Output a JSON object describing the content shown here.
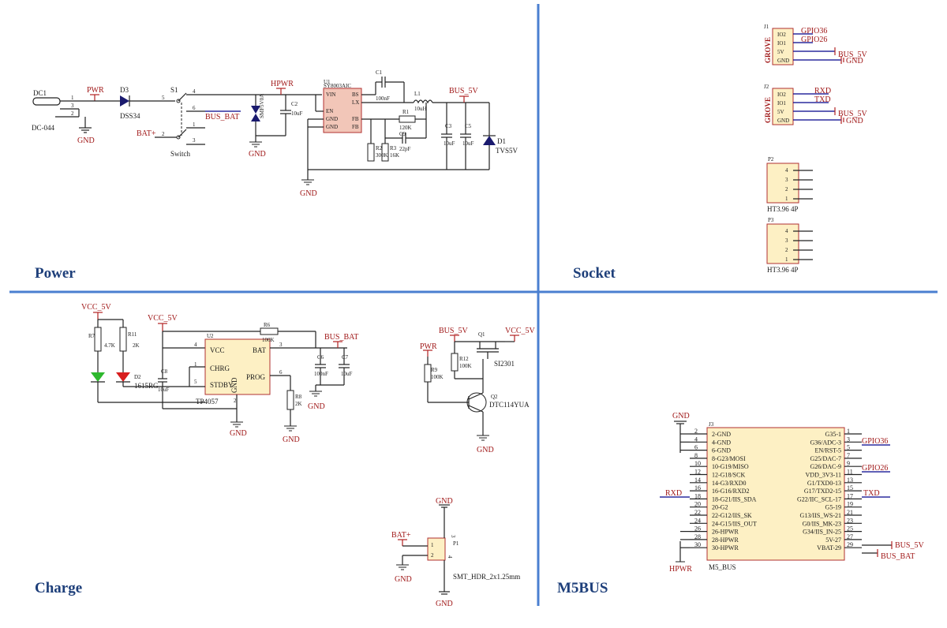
{
  "sections": {
    "power": "Power",
    "socket": "Socket",
    "charge": "Charge",
    "m5bus": "M5BUS"
  },
  "power": {
    "dc1_ref": "DC1",
    "dc1_part": "DC-044",
    "dc_pins": [
      "1",
      "3",
      "2"
    ],
    "pwr_net": "PWR",
    "gnd": "GND",
    "d3_ref": "D3",
    "d3_part": "DSS34",
    "s1_ref": "S1",
    "s1_part": "Switch",
    "s1_pins": [
      "5",
      "4",
      "6",
      "1",
      "2",
      "3"
    ],
    "bus_bat": "BUS_BAT",
    "bat_plus": "BAT+",
    "hpwr": "HPWR",
    "d_tvs_small": "SMF5V0A",
    "c2_ref": "C2",
    "c2_val": "10uF",
    "u_ref": "U1",
    "u_part": "SY8003AIC",
    "u_pins_left": [
      "VIN",
      "EN",
      "GND",
      "GND"
    ],
    "u_pins_right": [
      "BS",
      "LX",
      "FB",
      "FB"
    ],
    "c1_ref": "C1",
    "c1_val": "100nF",
    "l1_ref": "L1",
    "l1_val": "10uH",
    "r1_ref": "R1",
    "r1_val": "120K",
    "c9_ref": "C9",
    "c9_val": "22pF",
    "r2_ref": "R2",
    "r2_val": "300K",
    "r3_ref": "R3",
    "r3_val": "16K",
    "c3_ref": "C3",
    "c3_val": "10uF",
    "c5_ref": "C5",
    "c5_val": "10uF",
    "bus_5v": "BUS_5V",
    "d1_ref": "D1",
    "d1_part": "TVS5V"
  },
  "socket": {
    "j1_ref": "J1",
    "j2_ref": "J2",
    "grove": "GROVE",
    "j1_pins": [
      "IO2",
      "IO1",
      "5V",
      "GND"
    ],
    "j1_nets": [
      "GPIO36",
      "GPIO26",
      "BUS_5V",
      "GND"
    ],
    "j2_pins": [
      "IO2",
      "IO1",
      "5V",
      "GND"
    ],
    "j2_nets": [
      "RXD",
      "TXD",
      "BUS_5V",
      "GND"
    ],
    "p2_ref": "P2",
    "p3_ref": "P3",
    "hdr_pins": [
      "4",
      "3",
      "2",
      "1"
    ],
    "hdr_part": "HT3.96 4P"
  },
  "charge": {
    "vcc5v": "VCC_5V",
    "r7_ref": "R7",
    "r7_val": "4.7K",
    "r11_ref": "R11",
    "r11_val": "2K",
    "d2_ref": "D2",
    "d2_part": "1615RG",
    "c8_ref": "C8",
    "c8_val": "10uF",
    "u2_ref": "U2",
    "u2_part": "TP4057",
    "u2_pins": [
      "VCC",
      "CHRG",
      "STDBY",
      "BAT",
      "PROG",
      "GND"
    ],
    "u2_pin_nums": [
      "4",
      "1",
      "5",
      "3",
      "6",
      "2"
    ],
    "r6_ref": "R6",
    "r6_val": "100K",
    "r8_ref": "R8",
    "r8_val": "2K",
    "c6_ref": "C6",
    "c6_val": "100nF",
    "c7_ref": "C7",
    "c7_val": "10uF",
    "bus_bat": "BUS_BAT",
    "gnd": "GND",
    "bus_5v": "BUS_5V",
    "q1_ref": "Q1",
    "q1_part": "SI2301",
    "pwr": "PWR",
    "r9_ref": "R9",
    "r9_val": "100K",
    "r12_ref": "R12",
    "r12_val": "100K",
    "q2_ref": "Q2",
    "q2_part": "DTC114YUA",
    "bat_plus": "BAT+",
    "p1_ref": "P1",
    "p1_part": "SMT_HDR_2x1.25mm",
    "p1_pins": [
      "1",
      "2",
      "3",
      "4"
    ]
  },
  "m5bus": {
    "gnd": "GND",
    "j3_ref": "J3",
    "j3_part": "M5_BUS",
    "hpwr": "HPWR",
    "left_nums": [
      "2",
      "4",
      "6",
      "8",
      "10",
      "12",
      "14",
      "16",
      "18",
      "20",
      "22",
      "24",
      "26",
      "28",
      "30"
    ],
    "left_labels": [
      "2-GND",
      "4-GND",
      "6-GND",
      "8-G23/MOSI",
      "10-G19/MISO",
      "12-G18/SCK",
      "14-G3/RXD0",
      "16-G16/RXD2",
      "18-G21/IIS_SDA",
      "20-G2",
      "22-G12/IIS_SK",
      "24-G15/IIS_OUT",
      "26-HPWR",
      "28-HPWR",
      "30-HPWR"
    ],
    "right_nums": [
      "1",
      "3",
      "5",
      "7",
      "9",
      "11",
      "13",
      "15",
      "17",
      "19",
      "21",
      "23",
      "25",
      "27",
      "29"
    ],
    "right_labels": [
      "G35-1",
      "G36/ADC-3",
      "EN/RST-5",
      "G25/DAC-7",
      "G26/DAC-9",
      "VDD_3V3-11",
      "G1/TXD0-13",
      "G17/TXD2-15",
      "G22/IIC_SCL-17",
      "G5-19",
      "G13/IIS_WS-21",
      "G0/IIS_MK-23",
      "G34/IIS_IN-25",
      "5V-27",
      "VBAT-29"
    ],
    "rxd": "RXD",
    "txd": "TXD",
    "gpio36": "GPIO36",
    "gpio26": "GPIO26",
    "bus_5v": "BUS_5V",
    "bus_bat": "BUS_BAT"
  }
}
